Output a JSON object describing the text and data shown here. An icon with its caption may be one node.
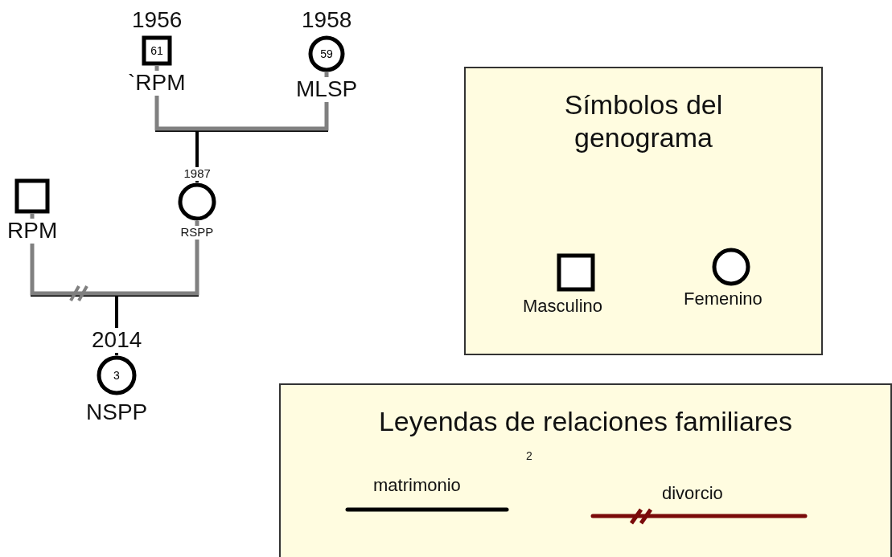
{
  "diagram": {
    "nodes": [
      {
        "text": [
          "61"
        ],
        "beside": [
          "1956",
          "`RPM"
        ]
      },
      {
        "text": [
          "59"
        ],
        "beside": [
          "1958",
          "MLSP"
        ]
      },
      {
        "text": [],
        "shape": "circle",
        "beside": [
          "1987",
          "RSPP"
        ]
      },
      {
        "text": [],
        "shape": "box",
        "beside": [
          "RPM"
        ]
      },
      {
        "text": [
          "3"
        ],
        "beside": [
          "2014",
          "NSPP"
        ]
      },
      {
        "text": [
          "Símbolos del genograma"
        ]
      },
      {
        "text": [
          "Leyendas de relaciones familiares"
        ]
      }
    ],
    "edges": [
      {
        "from": 0,
        "to": 1,
        "arrow": "none",
        "color": "#808080"
      },
      {
        "from": 0,
        "to": 2,
        "arrow": "none"
      },
      {
        "from": 1,
        "to": 2,
        "arrow": "none"
      },
      {
        "from": 3,
        "to": 2,
        "arrow": "none",
        "color": "#808080"
      },
      {
        "from": 3,
        "to": 4,
        "arrow": "none"
      },
      {
        "from": 2,
        "to": 4,
        "arrow": "none"
      }
    ],
    "labels": [
      "2"
    ],
    "legend": [
      {
        "text": "Masculino"
      },
      {
        "text": "Femenino"
      },
      {
        "text": "matrimonio"
      },
      {
        "text": "divorcio"
      }
    ]
  }
}
